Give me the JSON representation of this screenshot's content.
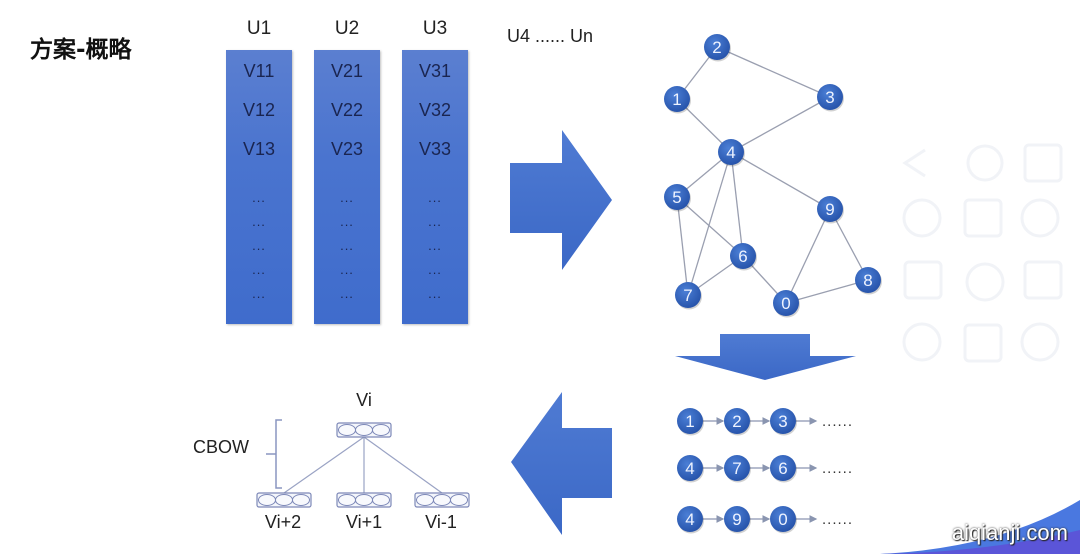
{
  "title": "方案-概略",
  "columns": [
    {
      "header": "U1",
      "cells": [
        "V11",
        "V12",
        "V13"
      ],
      "dots": [
        "...",
        "...",
        "...",
        "...",
        "..."
      ]
    },
    {
      "header": "U2",
      "cells": [
        "V21",
        "V22",
        "V23"
      ],
      "dots": [
        "...",
        "...",
        "...",
        "...",
        "..."
      ]
    },
    {
      "header": "U3",
      "cells": [
        "V31",
        "V32",
        "V33"
      ],
      "dots": [
        "...",
        "...",
        "...",
        "...",
        "..."
      ]
    }
  ],
  "more_users_label": "U4 ...... Un",
  "graph": {
    "nodes": [
      "0",
      "1",
      "2",
      "3",
      "4",
      "5",
      "6",
      "7",
      "8",
      "9"
    ],
    "edges": [
      [
        "2",
        "1"
      ],
      [
        "2",
        "3"
      ],
      [
        "1",
        "4"
      ],
      [
        "3",
        "4"
      ],
      [
        "4",
        "5"
      ],
      [
        "4",
        "7"
      ],
      [
        "4",
        "6"
      ],
      [
        "4",
        "9"
      ],
      [
        "5",
        "7"
      ],
      [
        "5",
        "6"
      ],
      [
        "6",
        "7"
      ],
      [
        "6",
        "0"
      ],
      [
        "9",
        "0"
      ],
      [
        "9",
        "8"
      ],
      [
        "0",
        "8"
      ]
    ]
  },
  "walks": [
    {
      "nodes": [
        "1",
        "2",
        "3"
      ],
      "tail": "......"
    },
    {
      "nodes": [
        "4",
        "7",
        "6"
      ],
      "tail": "......"
    },
    {
      "nodes": [
        "4",
        "9",
        "0"
      ],
      "tail": "......"
    }
  ],
  "cbow": {
    "label": "CBOW",
    "target": "Vi",
    "context": [
      "Vi+2",
      "Vi+1",
      "Vi-1"
    ]
  },
  "colors": {
    "primary_blue": "#4472c4",
    "node_blue": "#2f5fb8",
    "edge_gray": "#9a9fb0"
  },
  "watermark": "aiqianji.com"
}
